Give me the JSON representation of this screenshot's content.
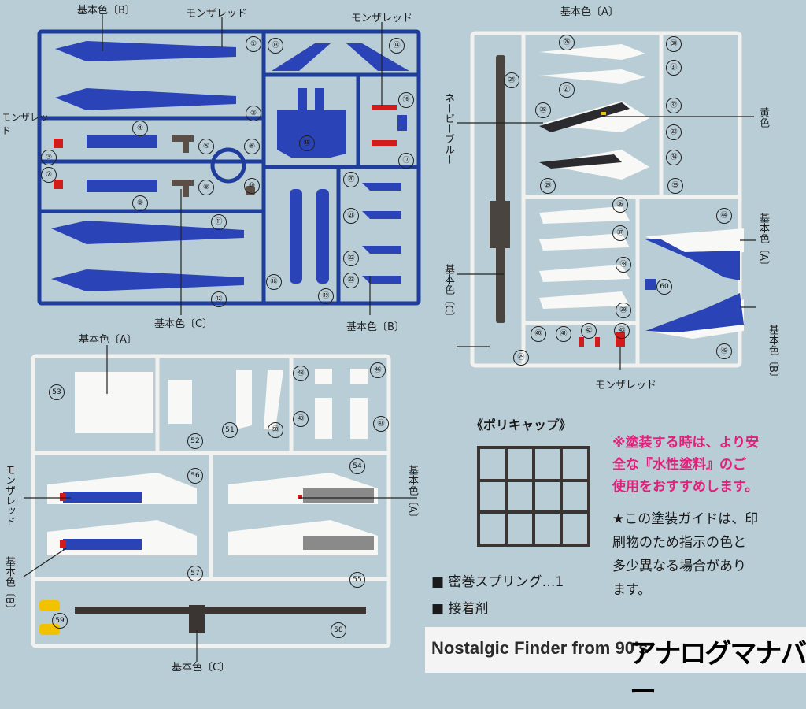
{
  "colors": {
    "background": "#b9cdd6",
    "blue_runner": "#1f3d9a",
    "blue_part": "#2a44b8",
    "white_runner": "#f1f1ef",
    "dark_part": "#4a4440",
    "monza_red": "#d21c1c",
    "yellow": "#f2c200",
    "note_pink": "#e0207a"
  },
  "labels": {
    "base_b_top": "基本色〔B〕",
    "monza_top1": "モンザレッド",
    "monza_top2": "モンザレッド",
    "monza_left": "モンザレッド",
    "base_c_bottom_blue": "基本色〔C〕",
    "base_b_bottom_blue": "基本色〔B〕",
    "base_a_top_right": "基本色〔A〕",
    "navy_blue": "ネービーブルー",
    "yellow": "黄色",
    "base_c_right": "基本色〔C〕",
    "base_a_right": "基本色〔A〕",
    "base_b_right": "基本色〔B〕",
    "monza_right_bottom": "モンザレッド",
    "base_a_bottom_left": "基本色〔A〕",
    "monza_bottom_left": "モンザレッド",
    "base_b_bottom_left": "基本色〔B〕",
    "base_a_bottom_mid": "基本色〔A〕",
    "base_c_bottom": "基本色〔C〕"
  },
  "blue_runner_parts": [
    "①",
    "②",
    "③",
    "④",
    "⑤",
    "⑥",
    "⑦",
    "⑧",
    "⑨",
    "⑩",
    "⑪",
    "⑫",
    "⑬",
    "⑭",
    "⑮",
    "⑯",
    "⑰",
    "⑱",
    "⑲",
    "⑳",
    "㉑",
    "㉒",
    "㉓"
  ],
  "white_runner_right_parts": [
    "㉔",
    "㉕",
    "㉖",
    "㉗",
    "㉘",
    "㉙",
    "㉚",
    "㉛",
    "㉜",
    "㉝",
    "㉞",
    "㉟",
    "㊱",
    "㊲",
    "㊳",
    "㊴",
    "㊵",
    "㊶",
    "㊷",
    "㊸",
    "㊹",
    "㊺",
    "60"
  ],
  "white_runner_bottom_parts": [
    "㊻",
    "㊼",
    "㊽",
    "㊾",
    "㊿",
    "51",
    "52",
    "53",
    "54",
    "55",
    "56",
    "57",
    "58",
    "59"
  ],
  "polycap": {
    "title": "《ポリキャップ》"
  },
  "note": {
    "line1": "※塗装する時は、より安",
    "line2": "全な『水性塗料』のご",
    "line3": "使用をおすすめします。"
  },
  "guide": {
    "line1": "★この塗装ガイドは、印",
    "line2": "刷物のため指示の色と",
    "line3": "多少異なる場合があり",
    "line4": "ます。"
  },
  "accessories": {
    "spring": "■ 密巻スプリング…1",
    "glue": "■ 接着剤"
  },
  "footer": {
    "english": "Nostalgic Finder from 90's",
    "japanese": "アナログマナバー"
  }
}
